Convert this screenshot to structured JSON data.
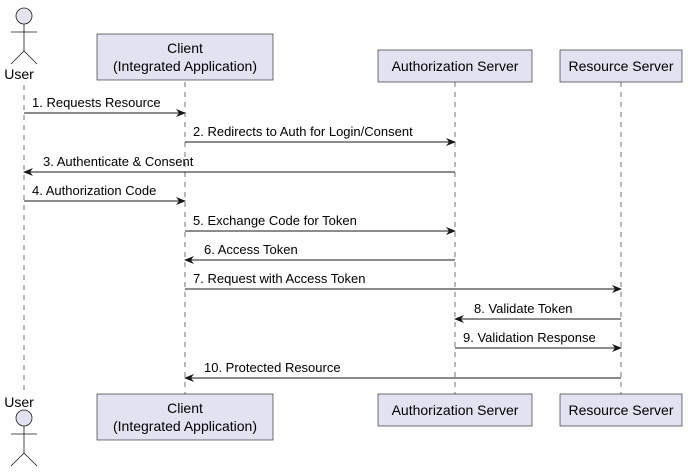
{
  "participants": {
    "user": "User",
    "client": [
      "Client",
      "(Integrated Application)"
    ],
    "auth": "Authorization Server",
    "resource": "Resource Server"
  },
  "messages": [
    {
      "label": "1. Requests Resource",
      "from": "user",
      "to": "client"
    },
    {
      "label": "2. Redirects to Auth for Login/Consent",
      "from": "client",
      "to": "auth"
    },
    {
      "label": "3. Authenticate & Consent",
      "from": "auth",
      "to": "user"
    },
    {
      "label": "4. Authorization Code",
      "from": "user",
      "to": "client"
    },
    {
      "label": "5. Exchange Code for Token",
      "from": "client",
      "to": "auth"
    },
    {
      "label": "6. Access Token",
      "from": "auth",
      "to": "client"
    },
    {
      "label": "7. Request with Access Token",
      "from": "client",
      "to": "resource"
    },
    {
      "label": "8. Validate Token",
      "from": "resource",
      "to": "auth"
    },
    {
      "label": "9. Validation Response",
      "from": "auth",
      "to": "resource"
    },
    {
      "label": "10. Protected Resource",
      "from": "resource",
      "to": "client"
    }
  ]
}
